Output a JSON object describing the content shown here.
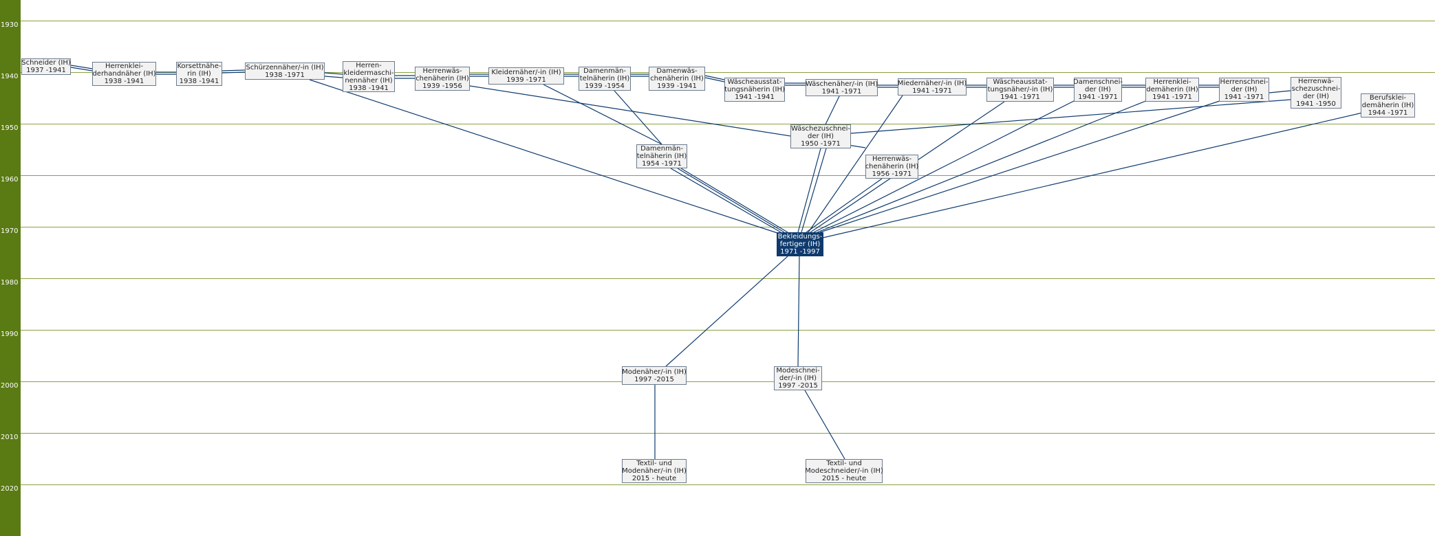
{
  "years": [
    "1930",
    "1940",
    "1950",
    "1960",
    "1970",
    "1980",
    "1990",
    "2000",
    "2010",
    "2020"
  ],
  "nodes": {
    "n1": [
      "Schneider (IH)",
      "1937 -1941"
    ],
    "n2": [
      "Herrenklei-",
      "derhandnäher (IH)",
      "1938 -1941"
    ],
    "n3": [
      "Korsettnähe-",
      "rin (IH)",
      "1938 -1941"
    ],
    "n4": [
      "Schürzennäher/-in (IH)",
      "1938 -1971"
    ],
    "n5": [
      "Herren-",
      "kleidermaschi-",
      "nennäher (IH)",
      "1938 -1941"
    ],
    "n6": [
      "Herrenwäs-",
      "chenäherin (IH)",
      "1939 -1956"
    ],
    "n7": [
      "Kleidernäher/-in (IH)",
      "1939 -1971"
    ],
    "n8": [
      "Damenmän-",
      "telnäherin (IH)",
      "1939 -1954"
    ],
    "n9": [
      "Damenwäs-",
      "chenäherin (IH)",
      "1939 -1941"
    ],
    "n10": [
      "Wäscheausstat-",
      "tungsnäherin (IH)",
      "1941 -1941"
    ],
    "n11": [
      "Wäschenäher/-in (IH)",
      "1941 -1971"
    ],
    "n12": [
      "Miedernäher/-in (IH)",
      "1941 -1971"
    ],
    "n13": [
      "Wäscheausstat-",
      "tungsnäher/-in (IH)",
      "1941 -1971"
    ],
    "n14": [
      "Damenschnei-",
      "der (IH)",
      "1941 -1971"
    ],
    "n15": [
      "Herrenklei-",
      "demäherin (IH)",
      "1941 -1971"
    ],
    "n16": [
      "Herrenschnei-",
      "der (IH)",
      "1941 -1971"
    ],
    "n17": [
      "Herrenwä-",
      "schezuschnei-",
      "der (IH)",
      "1941 -1950"
    ],
    "n18": [
      "Berufsklei-",
      "demäherin (IH)",
      "1944 -1971"
    ],
    "n19": [
      "Wäschezuschnei-",
      "der (IH)",
      "1950 -1971"
    ],
    "n20": [
      "Damenmän-",
      "telnäherin (IH)",
      "1954 -1971"
    ],
    "n21": [
      "Herrenwäs-",
      "chenäherin (IH)",
      "1956 -1971"
    ],
    "n22": [
      "Bekleidungs-",
      "fertiger (IH)",
      "1971 -1997"
    ],
    "n23": [
      "Modenäher/-in (IH)",
      "1997 -2015"
    ],
    "n24": [
      "Modeschnei-",
      "der/-in (IH)",
      "1997 -2015"
    ],
    "n25": [
      "Textil- und",
      "Modenäher/-in (IH)",
      "2015 - heute"
    ],
    "n26": [
      "Textil- und",
      "Modeschneider/-in (IH)",
      "2015 - heute"
    ]
  },
  "colors": {
    "sidebar": "#5a7a14",
    "gridline": "#8aa040",
    "edge": "#0e3a6d",
    "main_node": "#0e3a6d",
    "node_fill": "#f2f2f2"
  }
}
